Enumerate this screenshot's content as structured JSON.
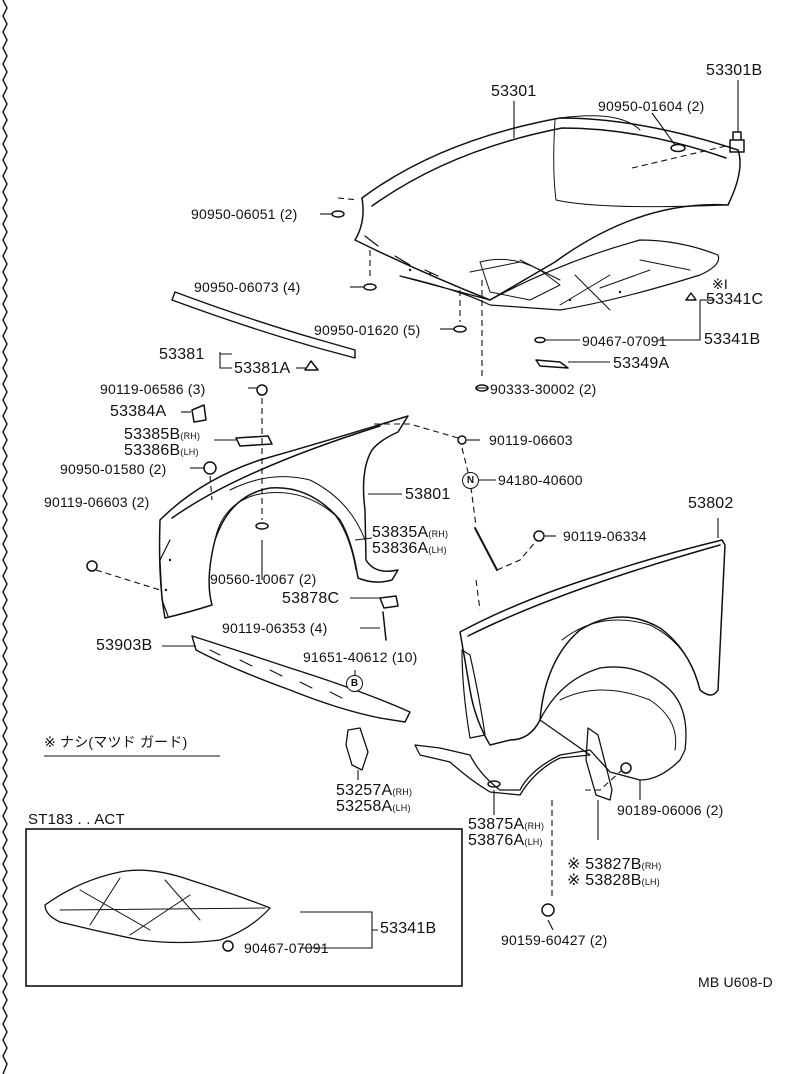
{
  "labels": {
    "l53301": "53301",
    "l53301b": "53301B",
    "l90950_01604": "90950-01604 (2)",
    "l90950_06051": "90950-06051 (2)",
    "l90950_06073": "90950-06073 (4)",
    "l53341c": "53341C",
    "l_mark_i": "※I",
    "l90950_01620": "90950-01620 (5)",
    "l90467_top": "90467-07091",
    "l53341b_top": "53341B",
    "l53381": "53381",
    "l53381a": "53381A",
    "l53349a": "53349A",
    "l90119_06586": "90119-06586 (3)",
    "l90333": "90333-30002 (2)",
    "l53384a": "53384A",
    "l53385b": "53385B",
    "l53386b": "53386B",
    "l90119_06603r": "90119-06603",
    "l90950_01580": "90950-01580 (2)",
    "l94180": "94180-40600",
    "l90119_06603l": "90119-06603 (2)",
    "l53801": "53801",
    "l53802": "53802",
    "l53835a": "53835A",
    "l53836a": "53836A",
    "l90119_06334": "90119-06334",
    "l90560": "90560-10067 (2)",
    "l53878c": "53878C",
    "l90119_06353": "90119-06353 (4)",
    "l53903b": "53903B",
    "l91651": "91651-40612 (10)",
    "l53257a": "53257A",
    "l53258a": "53258A",
    "l53875a": "53875A",
    "l53876a": "53876A",
    "l90189": "90189-06006 (2)",
    "l53827b": "※ 53827B",
    "l53828b": "※ 53828B",
    "l90159": "90159-60427 (2)",
    "l53341b_box": "53341B",
    "l90467_box": "90467-07091"
  },
  "suffix": {
    "rh": "(RH)",
    "lh": "(LH)"
  },
  "circled": {
    "n": "N",
    "b": "B"
  },
  "note": "※ ナシ(マツド ガード)",
  "box_title": "ST183 . . ACT",
  "ref_code": "MB U608-D"
}
